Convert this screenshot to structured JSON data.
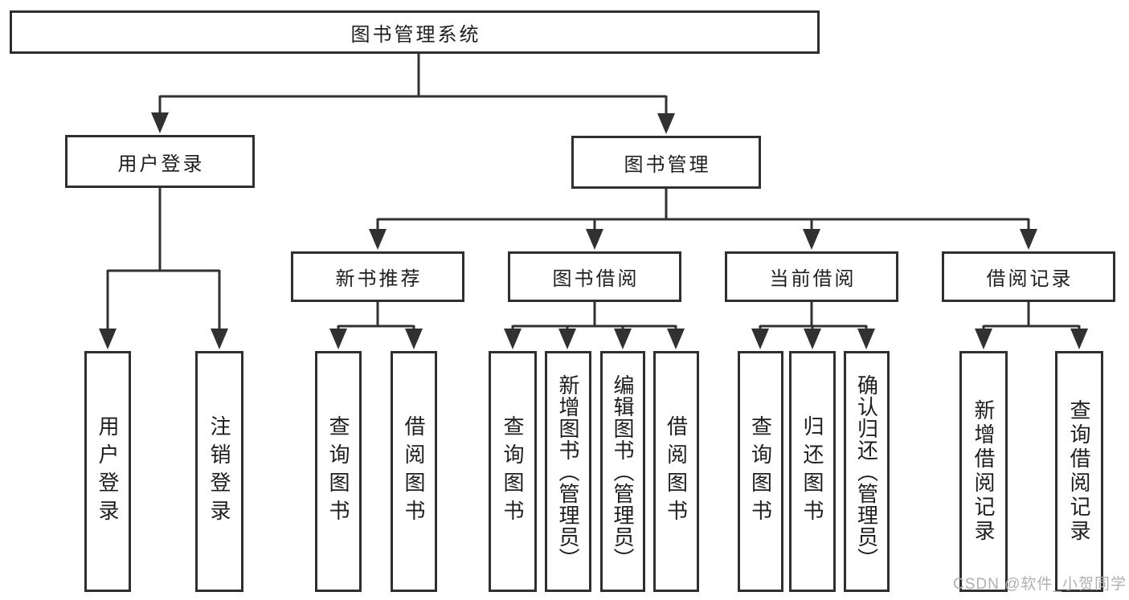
{
  "page": {
    "background": "#ffffff"
  },
  "colors": {
    "line": "#313131",
    "box_border": "#2f2f2f",
    "text": "#1e1e1e",
    "watermark": "#b0b0b0"
  },
  "watermark": {
    "text": "CSDN @软件_小贺同学"
  },
  "diagram": {
    "root": "图书管理系统",
    "branches": [
      {
        "label": "用户登录",
        "children": [
          "用户登录",
          "注销登录"
        ]
      },
      {
        "label": "图书管理",
        "children": [
          {
            "label": "新书推荐",
            "children": [
              "查询图书",
              "借阅图书"
            ]
          },
          {
            "label": "图书借阅",
            "children": [
              "查询图书",
              "新增图书（管理员）",
              "编辑图书（管理员）",
              "借阅图书"
            ]
          },
          {
            "label": "当前借阅",
            "children": [
              "查询图书",
              "归还图书",
              "确认归还（管理员）"
            ]
          },
          {
            "label": "借阅记录",
            "children": [
              "新增借阅记录",
              "查询借阅记录"
            ]
          }
        ]
      }
    ]
  }
}
